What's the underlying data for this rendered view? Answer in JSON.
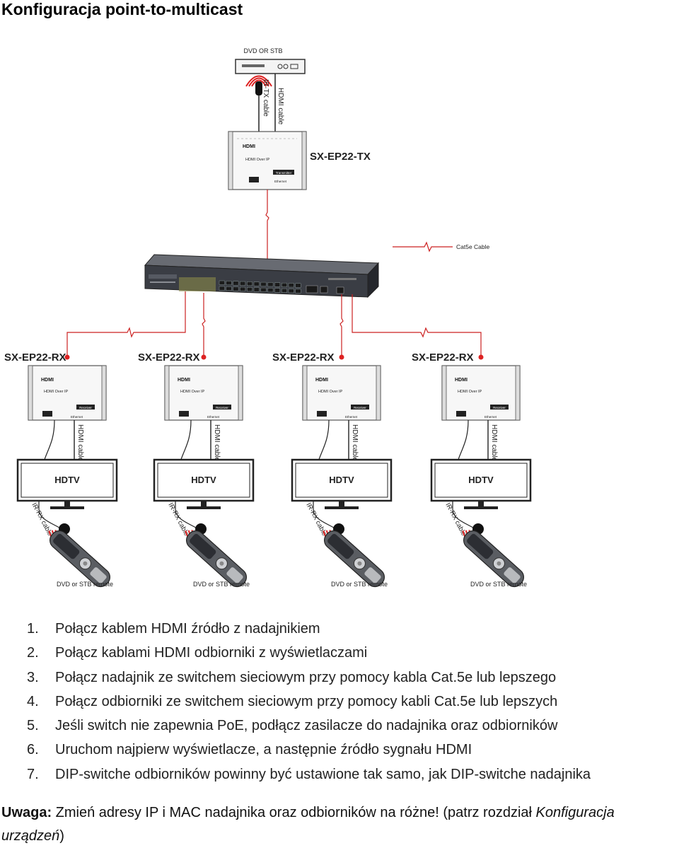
{
  "title": "Konfiguracja point-to-multicast",
  "diagram": {
    "source_label": "DVD OR STB",
    "ir_tx_cable": "IR-TX cable",
    "hdmi_cable": "HDMI cable",
    "transmitter_model": "SX-EP22-TX",
    "device_brand": "HDMI",
    "device_name": "HDMI Over IP",
    "transmitter_badge": "Transmitter",
    "receiver_badge": "Receiver",
    "port_label": "Ethernet",
    "cat5e_label": "Cat5e Cable",
    "receivers": [
      {
        "model": "SX-EP22-RX",
        "tv": "HDTV",
        "ir_cable": "IR-RX cable",
        "hdmi_cable": "HDMI cable",
        "remote": "DVD or STB remote"
      },
      {
        "model": "SX-EP22-RX",
        "tv": "HDTV",
        "ir_cable": "IR-RX cable",
        "hdmi_cable": "HDMI cable",
        "remote": "DVD or STB remote"
      },
      {
        "model": "SX-EP22-RX",
        "tv": "HDTV",
        "ir_cable": "IR-RX cable",
        "hdmi_cable": "HDMI cable",
        "remote": "DVD or STB remote"
      },
      {
        "model": "SX-EP22-RX",
        "tv": "HDTV",
        "ir_cable": "IR-RX cable",
        "hdmi_cable": "HDMI cable",
        "remote": "DVD or STB remote"
      }
    ],
    "colors": {
      "cable": "#cc2222",
      "switch_body": "#3a3d44",
      "port": "#2a2a2a",
      "accent": "#e03030"
    }
  },
  "steps": [
    {
      "num": "1.",
      "text": "Połącz kablem HDMI źródło z nadajnikiem"
    },
    {
      "num": "2.",
      "text": "Połącz kablami HDMI odbiorniki z wyświetlaczami"
    },
    {
      "num": "3.",
      "text": "Połącz nadajnik ze switchem sieciowym przy pomocy kabla Cat.5e lub lepszego"
    },
    {
      "num": "4.",
      "text": "Połącz odbiorniki ze switchem sieciowym przy pomocy kabli Cat.5e lub lepszych"
    },
    {
      "num": "5.",
      "text": "Jeśli switch nie zapewnia PoE, podłącz zasilacze do nadajnika oraz odbiorników"
    },
    {
      "num": "6.",
      "text": "Uruchom najpierw wyświetlacze, a następnie źródło sygnału HDMI"
    },
    {
      "num": "7.",
      "text": "DIP-switche odbiorników powinny być ustawione tak samo, jak DIP-switche nadajnika"
    }
  ],
  "note": {
    "label": "Uwaga:",
    "text": " Zmień adresy IP i MAC nadajnika oraz odbiorników na różne! (patrz rozdział ",
    "ref": "Konfiguracja urządzeń",
    "close": ")"
  }
}
